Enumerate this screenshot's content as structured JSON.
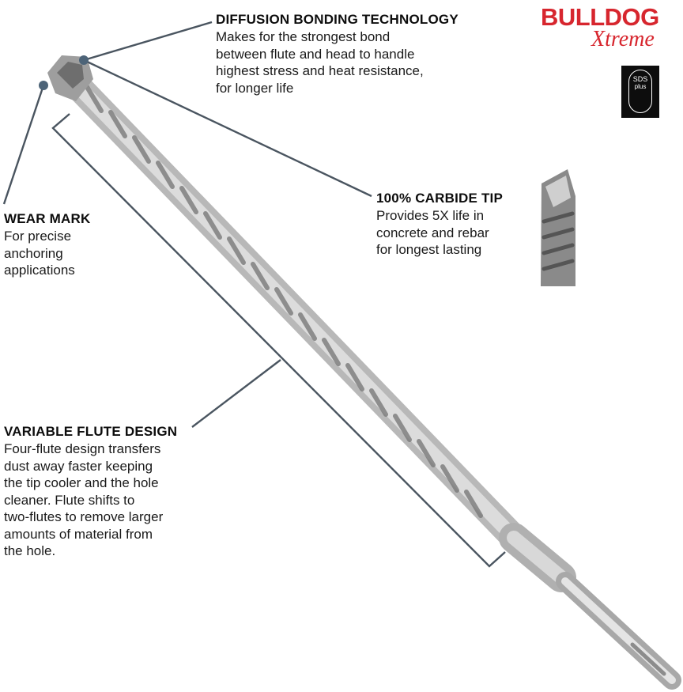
{
  "brand": {
    "logo_line1": "BULLDOG",
    "logo_line2": "Xtreme",
    "logo_color": "#d7262e",
    "badge_line1": "SDS",
    "badge_line2": "plus"
  },
  "callouts": {
    "diffusion": {
      "title": "DIFFUSION BONDING TECHNOLOGY",
      "body": "Makes for the strongest bond\nbetween flute and head to handle\nhighest stress and heat resistance,\nfor longer life"
    },
    "carbide": {
      "title": "100% CARBIDE TIP",
      "body": "Provides 5X life in\nconcrete and rebar\nfor longest lasting"
    },
    "wear": {
      "title": "WEAR MARK",
      "body": "For precise\nanchoring\napplications"
    },
    "flute": {
      "title": "VARIABLE FLUTE DESIGN",
      "body": "Four-flute design transfers\ndust away faster keeping\nthe tip cooler and the hole\ncleaner. Flute shifts to\ntwo-flutes to remove larger\namounts of material from\nthe hole."
    }
  },
  "colors": {
    "leader_line": "#4a5560",
    "leader_dot": "#4d6478"
  }
}
